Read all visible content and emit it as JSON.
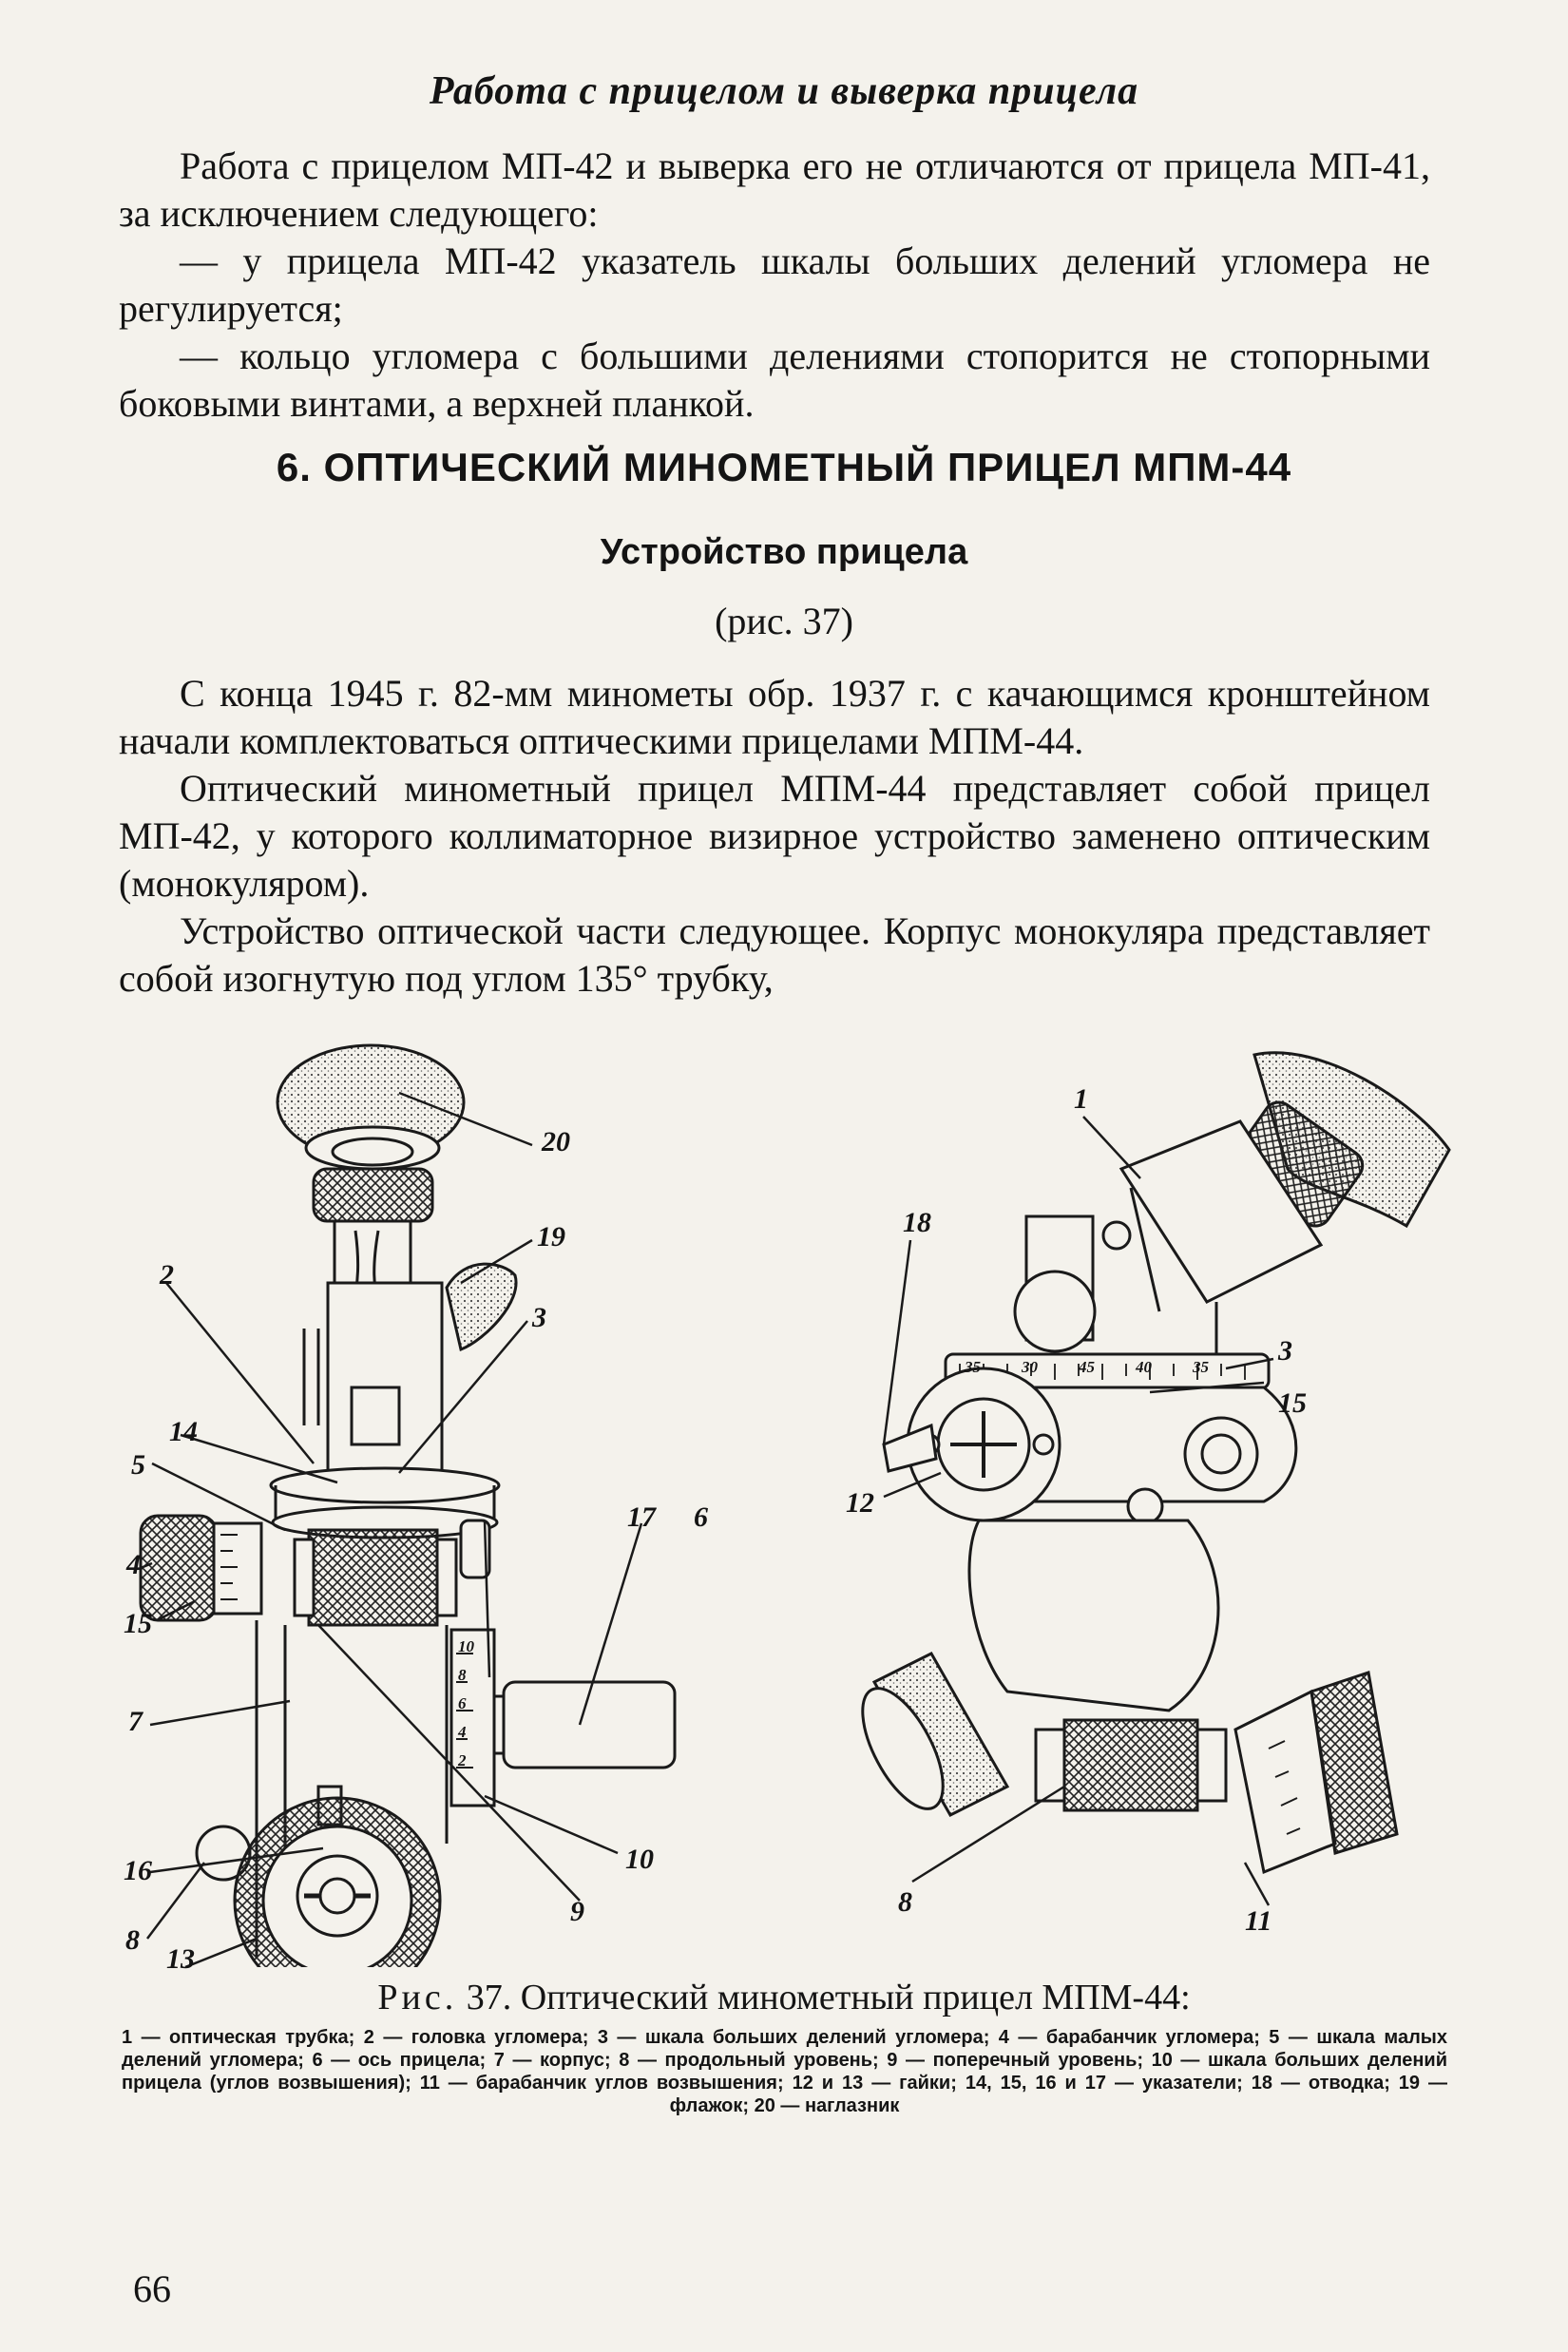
{
  "running_head": "Работа с прицелом и выверка прицела",
  "intro": {
    "p1": "Работа с прицелом МП-42 и выверка его не отличаются от прицела МП-41, за исключением следующего:",
    "bullet1": "— у прицела МП-42 указатель шкалы больших делений угломера не регулируется;",
    "bullet2": "— кольцо угломера с большими делениями стопорится не стопорными боковыми винтами, а верхней планкой."
  },
  "section": {
    "title": "6. ОПТИЧЕСКИЙ МИНОМЕТНЫЙ ПРИЦЕЛ МПМ-44",
    "subtitle": "Устройство прицела",
    "figure_ref": "(рис. 37)"
  },
  "body": {
    "p1": "С конца 1945 г. 82-мм минометы обр. 1937 г. с качающимся кронштейном начали комплектоваться оптическими прицелами МПМ-44.",
    "p2": "Оптический минометный прицел МПМ-44 представляет собой прицел МП-42, у которого коллиматорное визирное устройство заменено оптическим (монокуляром).",
    "p3": "Устройство оптической части следующее. Корпус монокуляра представляет собой изогнутую под углом 135° трубку,"
  },
  "figure": {
    "left_callouts": [
      "20",
      "19",
      "2",
      "3",
      "14",
      "5",
      "4",
      "15",
      "17",
      "6",
      "7",
      "16",
      "8",
      "13",
      "9",
      "10"
    ],
    "left_scale_marks": [
      "10",
      "8",
      "6",
      "4",
      "2"
    ],
    "right_callouts": [
      "1",
      "18",
      "3",
      "15",
      "12",
      "8",
      "11"
    ],
    "right_scale_marks": [
      "35",
      "30",
      "45",
      "40",
      "35"
    ]
  },
  "caption": {
    "prefix": "Рис.",
    "title": "37. Оптический минометный прицел МПМ-44:",
    "legend": "1 — оптическая трубка; 2 — головка угломера; 3 — шкала больших делений угломера; 4 — барабанчик угломера; 5 — шкала малых делений угломера; 6 — ось прицела; 7 — корпус; 8 — продольный уровень; 9 — поперечный уровень; 10 — шкала больших делений прицела (углов возвышения); 11 — барабанчик углов возвышения; 12 и 13 — гайки; 14, 15, 16 и 17 — указатели; 18 — отводка; 19 — флажок; 20 — наглазник"
  },
  "page_number": "66"
}
